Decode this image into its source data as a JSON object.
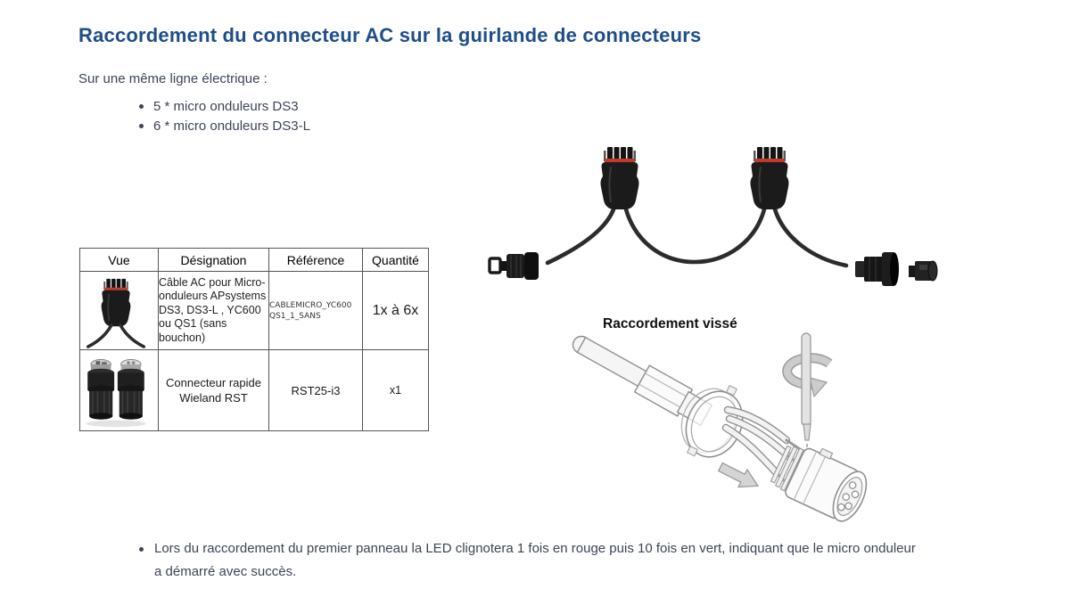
{
  "page": {
    "title": "Raccordement du connecteur AC sur la guirlande de connecteurs",
    "intro": "Sur une même ligne électrique :",
    "bullets": [
      "5 * micro onduleurs DS3",
      "6 * micro onduleurs DS3-L"
    ],
    "table": {
      "headers": [
        "Vue",
        "Désignation",
        "Référence",
        "Quantité"
      ],
      "rows": [
        {
          "vue_icon": "ac-trunk-cable-connector-photo",
          "designation": "Câble AC pour Micro-onduleurs APsystems DS3, DS3-L , YC600 ou QS1 (sans bouchon)",
          "reference": "CABLEMICRO_YC600 QS1_1_SANS",
          "quantity": "1x à 6x"
        },
        {
          "vue_icon": "wieland-rst-connector-pair-photo",
          "designation": "Connecteur rapide Wieland RST",
          "reference": "RST25-i3",
          "quantity": "x1"
        }
      ]
    },
    "illustrations": {
      "daisy_chain": "ac-trunk-cable-with-connectors-illustration",
      "screwed_caption": "Raccordement vissé",
      "screwed": "screwed-connection-assembly-illustration"
    },
    "note": "Lors du raccordement du premier panneau la LED clignotera 1 fois en rouge puis 10 fois en vert, indiquant que le micro onduleur a démarré avec succès.",
    "colors": {
      "title_blue": "#1d4e89",
      "body_text": "#3d4458",
      "table_border": "#555555",
      "connector_black": "#1b1b1b",
      "connector_ring_red": "#c23b2a",
      "lineart_gray": "#8f8f8f"
    }
  }
}
